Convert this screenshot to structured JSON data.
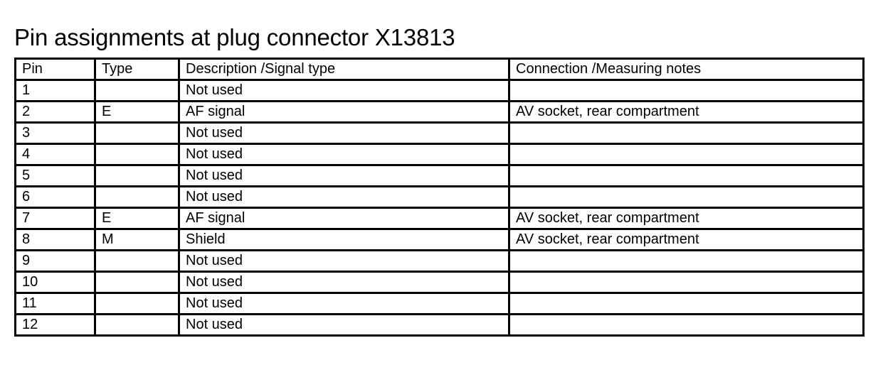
{
  "document": {
    "title": "Pin assignments at plug connector X13813"
  },
  "table": {
    "name": "pin-assignments-table",
    "columns": [
      {
        "key": "pin",
        "label": "Pin"
      },
      {
        "key": "type",
        "label": "Type"
      },
      {
        "key": "description",
        "label": "Description /Signal type"
      },
      {
        "key": "connection",
        "label": "Connection /Measuring notes"
      }
    ],
    "rows": [
      {
        "pin": "1",
        "type": "",
        "description": "Not used",
        "connection": ""
      },
      {
        "pin": "2",
        "type": "E",
        "description": "AF signal",
        "connection": "AV socket, rear compartment"
      },
      {
        "pin": "3",
        "type": "",
        "description": "Not used",
        "connection": ""
      },
      {
        "pin": "4",
        "type": "",
        "description": "Not used",
        "connection": ""
      },
      {
        "pin": "5",
        "type": "",
        "description": "Not used",
        "connection": ""
      },
      {
        "pin": "6",
        "type": "",
        "description": "Not used",
        "connection": ""
      },
      {
        "pin": "7",
        "type": "E",
        "description": "AF signal",
        "connection": "AV socket, rear compartment"
      },
      {
        "pin": "8",
        "type": "M",
        "description": "Shield",
        "connection": "AV socket, rear compartment"
      },
      {
        "pin": "9",
        "type": "",
        "description": "Not used",
        "connection": ""
      },
      {
        "pin": "10",
        "type": "",
        "description": "Not used",
        "connection": ""
      },
      {
        "pin": "11",
        "type": "",
        "description": "Not used",
        "connection": ""
      },
      {
        "pin": "12",
        "type": "",
        "description": "Not used",
        "connection": ""
      }
    ]
  },
  "colors": {
    "ink": "#000000",
    "paper": "#ffffff",
    "rule": "#000000"
  }
}
